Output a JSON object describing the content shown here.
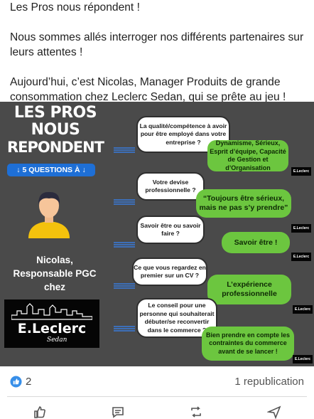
{
  "post": {
    "line1": "Les Pros nous répondent !",
    "line2": "Nous sommes allés interroger nos différents partenaires sur leurs attentes !",
    "line3": "Aujourd’hui, c’est Nicolas, Manager Produits de grande consommation chez Leclerc Sedan, qui se prête au jeu !"
  },
  "infographic": {
    "title_l1": "LES PROS",
    "title_l2": "NOUS",
    "title_l3": "REPONDENT",
    "questions_badge": "↓ 5 QUESTIONS À ↓",
    "person_name_l1": "Nicolas,",
    "person_name_l2": "Responsable  PGC",
    "person_name_l3": "chez",
    "logo_main": "E.Leclerc",
    "logo_sub": "Sedan",
    "mini_logo": "E.Leclerc",
    "qa": [
      {
        "q": "La qualité/compétence à avoir pour être employé dans votre entreprise ?",
        "a": "Dynamisme, Sérieux, Esprit d’équipe, Capacité de Gestion et d’Organisation"
      },
      {
        "q": "Votre devise professionnelle ?",
        "a": "“Toujours être sérieux, mais ne pas s’y prendre”"
      },
      {
        "q": "Savoir être ou savoir faire ?",
        "a": "Savoir être !"
      },
      {
        "q": "Ce que vous regardez en premier sur un CV ?",
        "a": "L’expérience professionnelle"
      },
      {
        "q": "Le conseil  pour une personne qui souhaiterait débuter/se reconvertir dans le commerce ?",
        "a": "Bien prendre en compte les contraintes du commerce avant de se lancer !"
      }
    ]
  },
  "reactions": {
    "like_count": "2",
    "republications": "1 republication"
  },
  "colors": {
    "background": "#4a4a4a",
    "answer_green": "#6cc63f",
    "badge_blue": "#1e6fd6",
    "like_blue": "#378fe9"
  },
  "icons": [
    "like-icon",
    "like-action-icon",
    "comment-icon",
    "repost-icon",
    "send-icon"
  ]
}
